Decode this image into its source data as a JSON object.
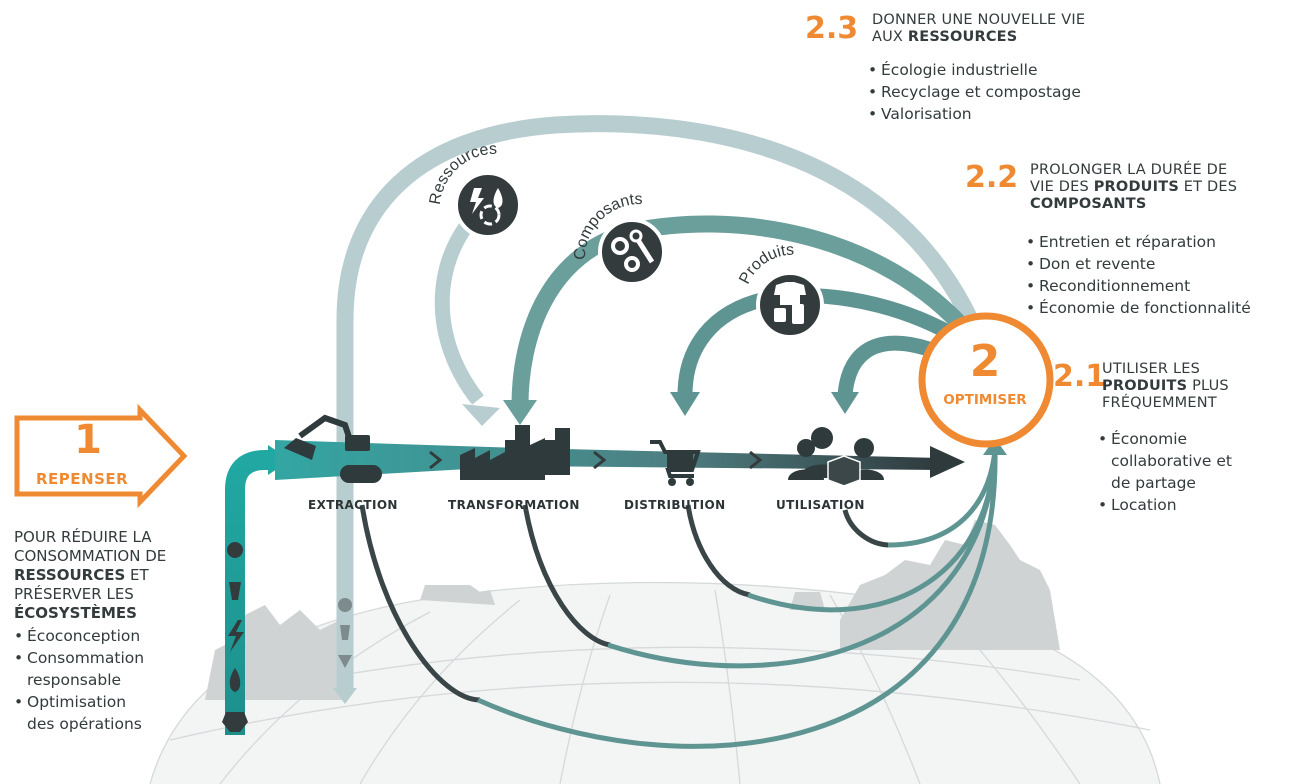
{
  "repenser": {
    "number": "1",
    "label": "REPENSER",
    "intro_l1": "POUR RÉDUIRE LA",
    "intro_l2": "CONSOMMATION DE",
    "intro_l3_bold": "RESSOURCES",
    "intro_l3_rest": " ET",
    "intro_l4": "PRÉSERVER LES",
    "intro_l5_bold": "ÉCOSYSTÈMES",
    "items": [
      "Écoconception",
      "Consommation",
      "responsable",
      "Optimisation",
      "des opérations"
    ]
  },
  "optimiser": {
    "number": "2",
    "label": "OPTIMISER"
  },
  "s23": {
    "number": "2.3",
    "title_l1": "DONNER UNE NOUVELLE VIE",
    "title_l2_pre": "AUX ",
    "title_l2_bold": "RESSOURCES",
    "items": [
      "Écologie industrielle",
      "Recyclage et compostage",
      "Valorisation"
    ]
  },
  "s22": {
    "number": "2.2",
    "title_l1": "PROLONGER LA DURÉE DE",
    "title_l2_pre": "VIE DES ",
    "title_l2_bold": "PRODUITS",
    "title_l2_post": " ET DES",
    "title_l3_bold": "COMPOSANTS",
    "items": [
      "Entretien et réparation",
      "Don et revente",
      "Reconditionnement",
      "Économie de fonctionnalité"
    ]
  },
  "s21": {
    "number": "2.1",
    "title_l1": "UTILISER LES",
    "title_l2_bold": "PRODUITS",
    "title_l2_post": " PLUS",
    "title_l3": "FRÉQUEMMENT",
    "items": [
      "Économie",
      "collaborative et",
      "de partage",
      "Location"
    ]
  },
  "loops": {
    "ressources": "Ressources",
    "composants": "Composants",
    "produits": "Produits"
  },
  "stages": [
    "EXTRACTION",
    "TRANSFORMATION",
    "DISTRIBUTION",
    "UTILISATION"
  ],
  "colors": {
    "orange": "#ef8a32",
    "teal_dark": "#5e9592",
    "teal_light": "#a7c3c5",
    "teal_bright": "#21a8a2",
    "charcoal": "#333b3d"
  }
}
